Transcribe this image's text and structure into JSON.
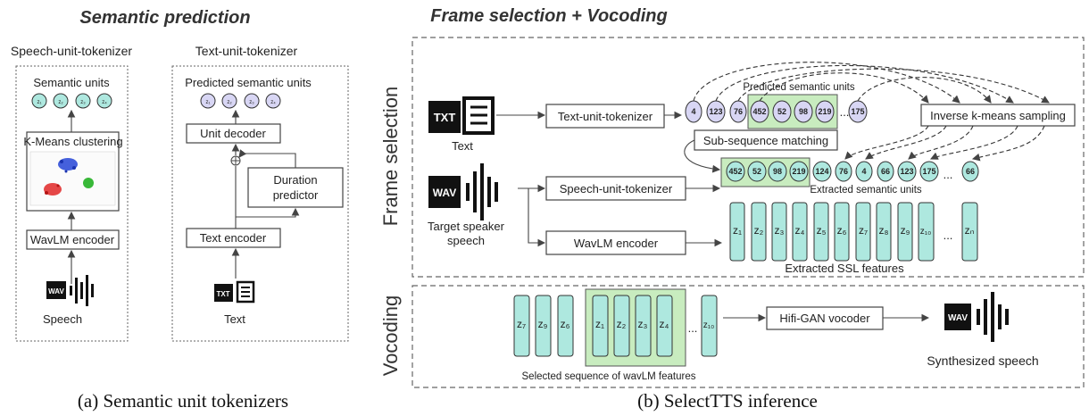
{
  "left": {
    "title": "Semantic prediction",
    "speech_tokenizer": {
      "title": "Speech-unit-tokenizer",
      "units_label": "Semantic units",
      "units": [
        "z₁",
        "z₂",
        "z₃",
        "z₄"
      ],
      "kmeans": "K-Means clustering",
      "encoder": "WavLM encoder",
      "input": "Speech",
      "wav_icon": "WAV"
    },
    "text_tokenizer": {
      "title": "Text-unit-tokenizer",
      "units_label": "Predicted semantic units",
      "units": [
        "z₁",
        "z₂",
        "z₃",
        "z₄"
      ],
      "decoder": "Unit decoder",
      "duration_1": "Duration",
      "duration_2": "predictor",
      "encoder": "Text encoder",
      "input": "Text",
      "txt_icon": "TXT"
    },
    "caption": "(a) Semantic unit tokenizers"
  },
  "right": {
    "title": "Frame selection + Vocoding",
    "frame_selection": {
      "label": "Frame selection",
      "txt_icon": "TXT",
      "text_label": "Text",
      "text_tokenizer": "Text-unit-tokenizer",
      "predicted_units_label": "Predicted semantic units",
      "predicted_units": [
        "4",
        "123",
        "76",
        "452",
        "52",
        "98",
        "219",
        "...",
        "175"
      ],
      "inverse_kmeans": "Inverse k-means sampling",
      "subseq": "Sub-sequence matching",
      "wav_icon": "WAV",
      "speaker_label_1": "Target speaker",
      "speaker_label_2": "speech",
      "speech_tokenizer": "Speech-unit-tokenizer",
      "extracted_units": [
        "452",
        "52",
        "98",
        "219",
        "124",
        "76",
        "4",
        "66",
        "123",
        "175",
        "...",
        "66"
      ],
      "extracted_units_label": "Extracted semantic units",
      "wavlm": "WavLM encoder",
      "ssl_features": [
        "z₁",
        "z₂",
        "z₃",
        "z₄",
        "z₅",
        "z₆",
        "z₇",
        "z₈",
        "z₉",
        "z₁₀",
        "...",
        "zₙ"
      ],
      "ssl_label": "Extracted SSL features"
    },
    "vocoding": {
      "label": "Vocoding",
      "features": [
        "z₇",
        "z₉",
        "z₆",
        "z₁",
        "z₂",
        "z₃",
        "z₄",
        "...",
        "z₁₀"
      ],
      "selected_label": "Selected sequence of  wavLM features",
      "vocoder": "Hifi-GAN vocoder",
      "output": "Synthesized speech",
      "wav_icon": "WAV"
    },
    "caption": "(b) SelectTTS inference"
  },
  "colors": {
    "teal": "#aee8df",
    "lavender": "#d8d6f4",
    "green_highlight": "#c8ecbf"
  }
}
